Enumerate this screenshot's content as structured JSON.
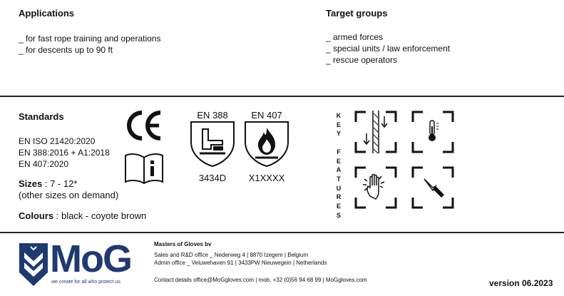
{
  "applications": {
    "title": "Applications",
    "items": [
      "_ for fast rope training and operations",
      "_ for descents up to 90 ft"
    ]
  },
  "target_groups": {
    "title": "Target groups",
    "items": [
      "_ armed forces",
      "_ special units / law enforcement",
      "_ rescue operators"
    ]
  },
  "standards": {
    "title": "Standards",
    "items": [
      "EN ISO 21420:2020",
      "EN 388:2016 + A1:2018",
      "EN 407:2020"
    ]
  },
  "sizes": {
    "label": "Sizes",
    "value": " : 7 - 12*",
    "note": "(other sizes on demand)"
  },
  "colours": {
    "label": "Colours",
    "value": " : black - coyote brown"
  },
  "shields": [
    {
      "title": "EN 388",
      "code": "3434D"
    },
    {
      "title": "EN 407",
      "code": "X1XXXX"
    }
  ],
  "ce_mark": "CE",
  "key_features": {
    "letters": [
      "K",
      "E",
      "Y",
      "",
      "F",
      "E",
      "A",
      "T",
      "U",
      "R",
      "E",
      "S"
    ],
    "icons": [
      "rope-descent-icon",
      "heat-thermometer-icon",
      "touch-sensitive-hand-icon",
      "cut-knife-icon"
    ]
  },
  "footer": {
    "logo": "MoG",
    "tagline": "we create for all who protect us",
    "company": "Masters of Gloves bv",
    "sales": "Sales and R&D office _ Nederweg 4 | 8870 Izegem | Belgium",
    "admin": "Admin office _ Veluwehaven 91 | 3433PW Nieuwegein | Netherlands",
    "contact": "Contact details office@MoGgloves.com | mob. +32 (0)56 94 68 99 | MoGgloves.com",
    "version": "version 06.2023"
  },
  "colors": {
    "navy": "#1f3a70",
    "text": "#111111"
  }
}
